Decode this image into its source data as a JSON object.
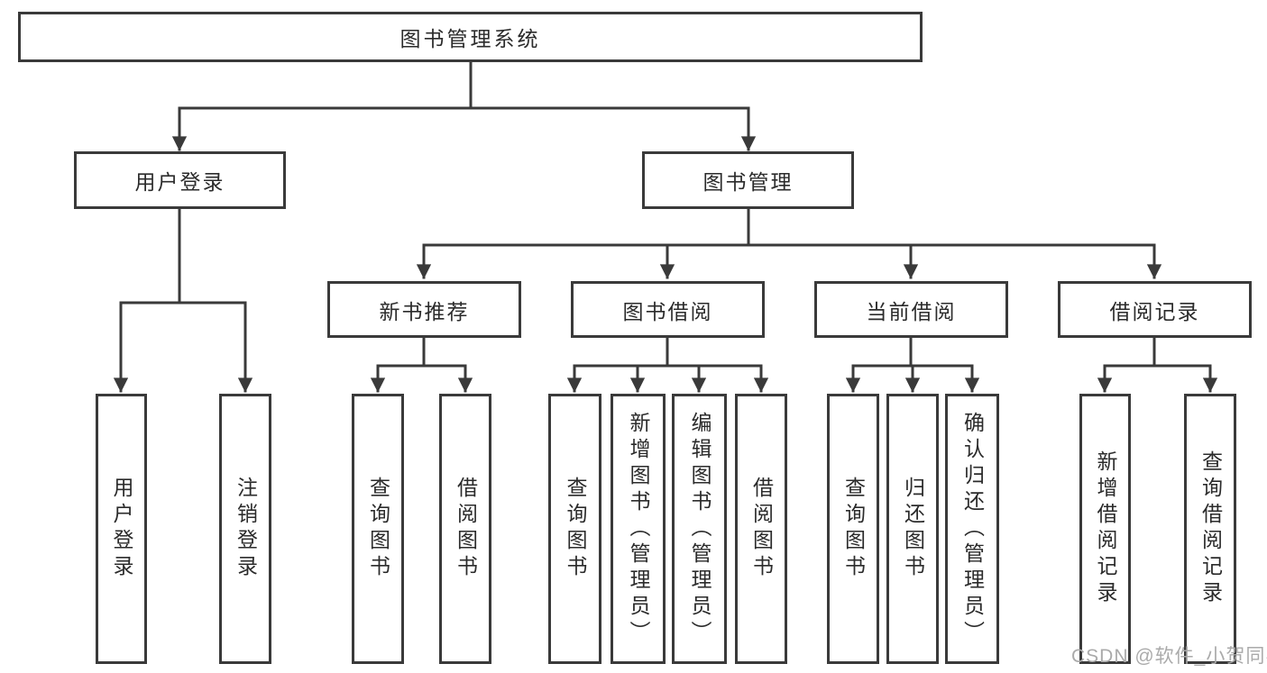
{
  "tree": {
    "root": {
      "label": "图书管理系统"
    },
    "branches": [
      {
        "label": "用户登录",
        "children": [
          {
            "label": "用户登录"
          },
          {
            "label": "注销登录"
          }
        ]
      },
      {
        "label": "图书管理",
        "children": [
          {
            "label": "新书推荐",
            "children": [
              {
                "label": "查询图书"
              },
              {
                "label": "借阅图书"
              }
            ]
          },
          {
            "label": "图书借阅",
            "children": [
              {
                "label": "查询图书"
              },
              {
                "label": "新增图书（管理员）"
              },
              {
                "label": "编辑图书（管理员）"
              },
              {
                "label": "借阅图书"
              }
            ]
          },
          {
            "label": "当前借阅",
            "children": [
              {
                "label": "查询图书"
              },
              {
                "label": "归还图书"
              },
              {
                "label": "确认归还（管理员）"
              }
            ]
          },
          {
            "label": "借阅记录",
            "children": [
              {
                "label": "新增借阅记录"
              },
              {
                "label": "查询借阅记录"
              }
            ]
          }
        ]
      }
    ]
  },
  "watermark": {
    "text": "CSDN @软件_小贺同学"
  },
  "colors": {
    "line": "#3a3a3a",
    "text": "#2b2b2b",
    "box_bg": "#ffffff",
    "background": "#ffffff",
    "watermark": "#aaaaaa"
  }
}
